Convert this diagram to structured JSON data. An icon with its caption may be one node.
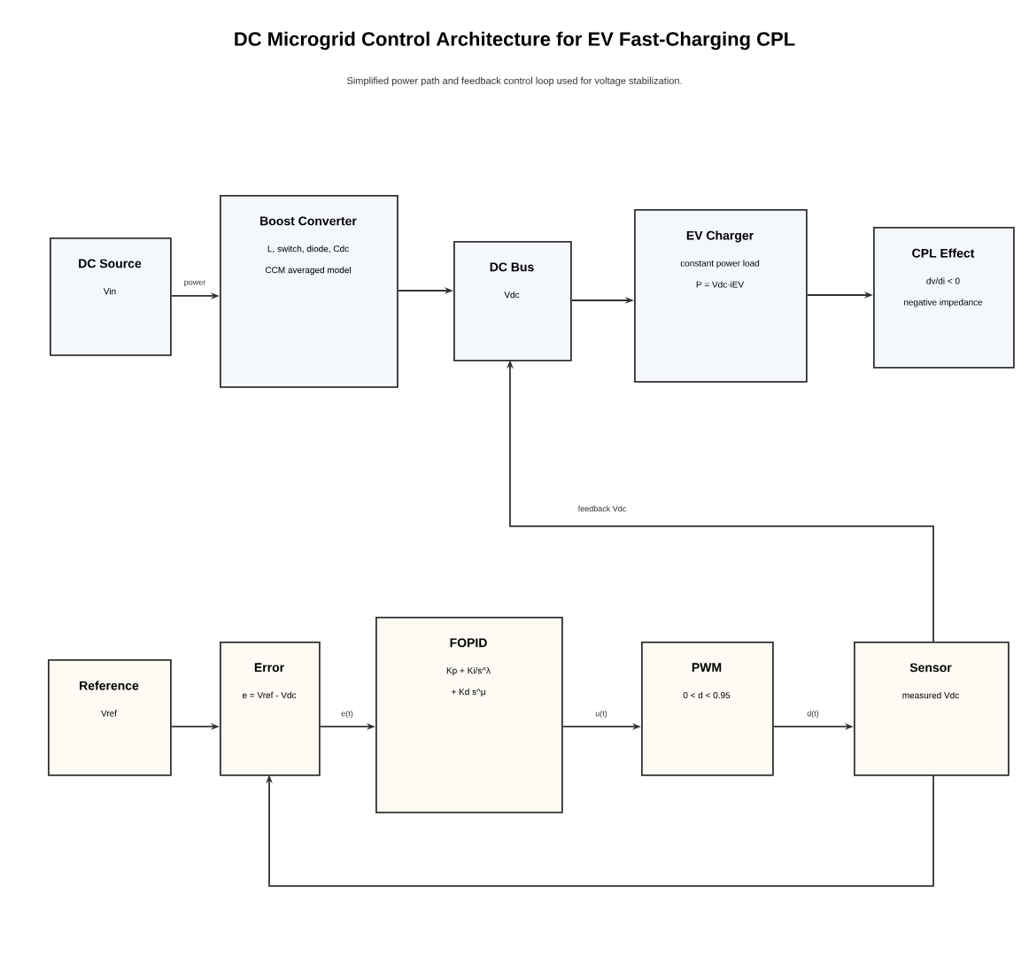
{
  "diagram": {
    "title": "DC Microgrid Control Architecture for EV Fast-Charging CPL",
    "caption": "Simplified power path and feedback control loop used for voltage stabilization.",
    "nodes": [
      {
        "text": [
          "DC Source",
          "Vin"
        ]
      },
      {
        "text": [
          "Boost Converter",
          "L, switch, diode, Cdc",
          "CCM averaged model"
        ]
      },
      {
        "text": [
          "DC Bus",
          "Vdc"
        ]
      },
      {
        "text": [
          "EV Charger",
          "constant power load",
          "P = Vdc·iEV"
        ]
      },
      {
        "text": [
          "CPL Effect",
          "dv/di < 0",
          "negative impedance"
        ]
      },
      {
        "text": [
          "Reference",
          "Vref"
        ]
      },
      {
        "text": [
          "Error",
          "e = Vref - Vdc"
        ]
      },
      {
        "text": [
          "FOPID",
          "Kp + Ki/s^λ",
          "+ Kd s^μ"
        ]
      },
      {
        "text": [
          "PWM",
          "0 < d < 0.95"
        ]
      },
      {
        "text": [
          "Sensor",
          "measured Vdc"
        ]
      }
    ],
    "edges": [
      {
        "from": 0,
        "to": 1,
        "arrow": "to",
        "label": "power"
      },
      {
        "from": 1,
        "to": 2,
        "arrow": "to"
      },
      {
        "from": 2,
        "to": 3,
        "arrow": "to"
      },
      {
        "from": 3,
        "to": 4,
        "arrow": "to"
      },
      {
        "from": 9,
        "to": 2,
        "arrow": "to",
        "label": "feedback Vdc"
      },
      {
        "from": 5,
        "to": 6,
        "arrow": "to"
      },
      {
        "from": 6,
        "to": 7,
        "arrow": "to",
        "label": "e(t)"
      },
      {
        "from": 7,
        "to": 8,
        "arrow": "to",
        "label": "u(t)"
      },
      {
        "from": 8,
        "to": 9,
        "arrow": "to",
        "label": "d(t)"
      },
      {
        "from": 9,
        "to": 6,
        "arrow": "to"
      }
    ]
  }
}
